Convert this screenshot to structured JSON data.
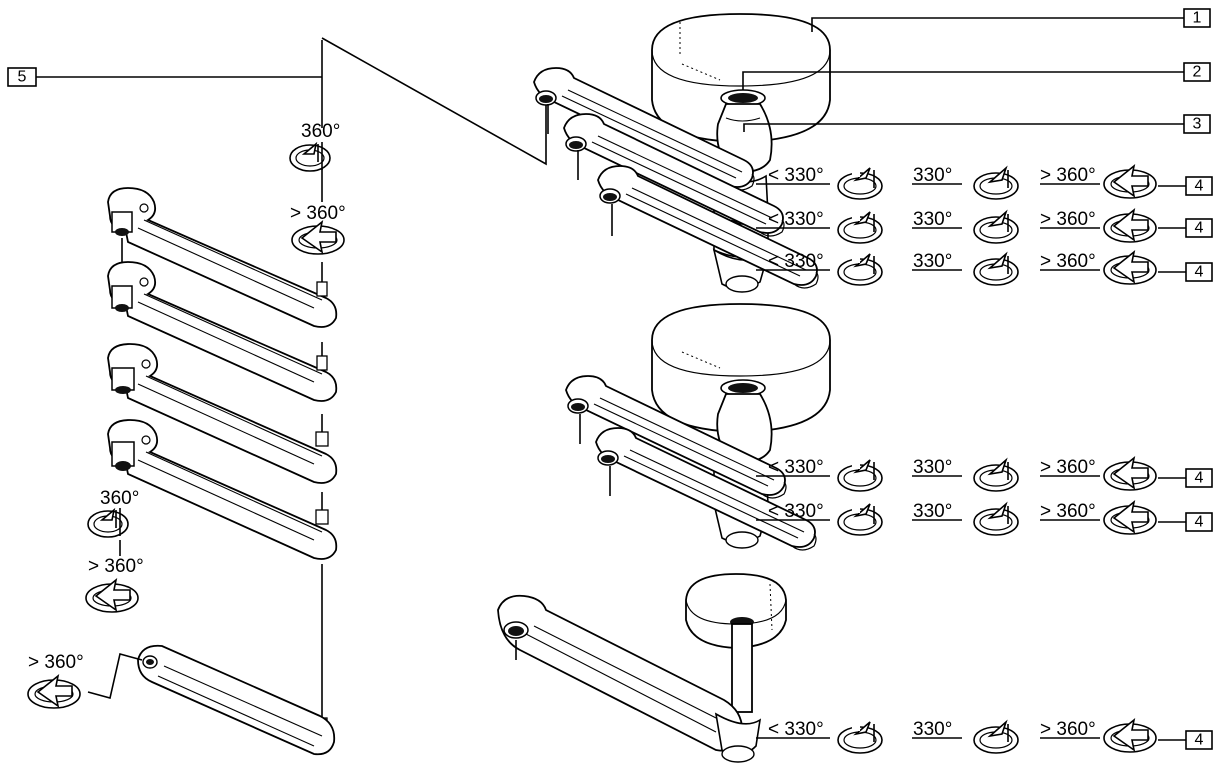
{
  "callouts": {
    "c1": "1",
    "c2": "2",
    "c3": "3",
    "c4": "4",
    "c5": "5"
  },
  "angles": {
    "lt330": "< 330°",
    "eq330": "330°",
    "gt360": "> 360°",
    "eq360": "360°"
  },
  "colors": {
    "line": "#000000",
    "background": "#ffffff",
    "shade": "#111111"
  }
}
